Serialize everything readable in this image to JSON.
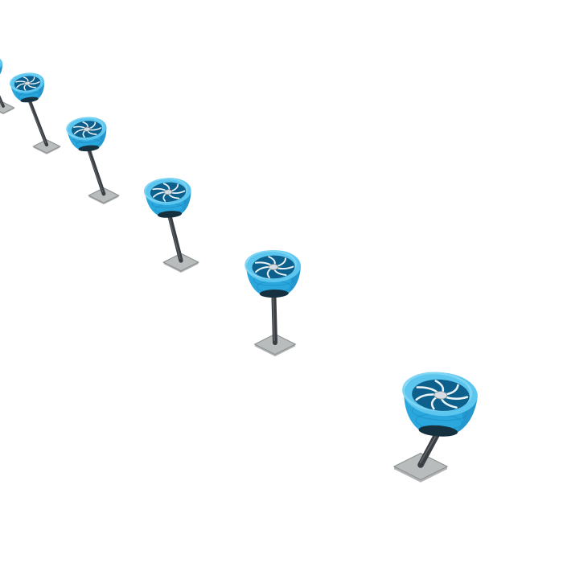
{
  "scene": {
    "background": "#ffffff",
    "colors": {
      "housing": "#2aa7dd",
      "housing_light": "#5cc6ee",
      "housing_dark": "#1a86bd",
      "housing_rim": "#7fd6f4",
      "inner": "#0d5f8c",
      "blade": "#e9f4f9",
      "pole": "#3b3f44",
      "pole_highlight": "#6a6f75",
      "base_plate": "#b9bcbd",
      "base_plate_edge": "#8f9394",
      "hub": "#d5dde2"
    },
    "turbines": [
      {
        "id": "turbine-1",
        "depth": 1
      },
      {
        "id": "turbine-2",
        "depth": 2
      },
      {
        "id": "turbine-3",
        "depth": 3
      },
      {
        "id": "turbine-4",
        "depth": 4
      },
      {
        "id": "turbine-5",
        "depth": 5
      },
      {
        "id": "turbine-6",
        "depth": 6
      }
    ]
  }
}
